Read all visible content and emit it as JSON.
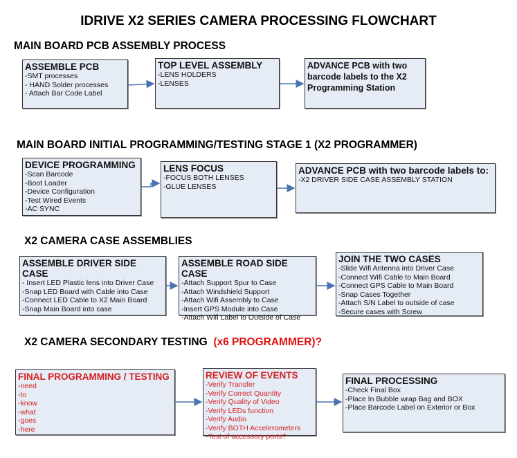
{
  "title": "IDRIVE X2  SERIES CAMERA PROCESSING FLOWCHART",
  "sections": [
    {
      "heading": "MAIN BOARD PCB ASSEMBLY PROCESS",
      "boxes": [
        {
          "title": "ASSEMBLE PCB",
          "items": [
            " -SMT processes",
            "- HAND Solder processes",
            "- Attach Bar Code Label"
          ]
        },
        {
          "title": "TOP LEVEL ASSEMBLY",
          "items": [
            "-LENS HOLDERS",
            "-LENSES"
          ]
        },
        {
          "title": "ADVANCE PCB with two barcode labels to the  X2 Programming Station",
          "items": []
        }
      ]
    },
    {
      "heading": "MAIN BOARD INITIAL PROGRAMMING/TESTING STAGE 1 (X2 PROGRAMMER)",
      "boxes": [
        {
          "title": "DEVICE PROGRAMMING",
          "items": [
            "-Scan Barcode",
            "-Boot Loader",
            "-Device Configuration",
            "-Test Wired Events",
            "-AC SYNC"
          ]
        },
        {
          "title": "LENS FOCUS",
          "items": [
            "-FOCUS BOTH LENSES",
            "-GLUE LENSES"
          ]
        },
        {
          "title": "ADVANCE PCB with two barcode labels to:",
          "items": [
            "-X2 DRIVER  SIDE  CASE  ASSEMBLY STATION"
          ]
        }
      ]
    },
    {
      "heading": "X2 CAMERA CASE ASSEMBLIES",
      "boxes": [
        {
          "title": "ASSEMBLE DRIVER SIDE CASE",
          "items": [
            "- Insert LED Plastic lens into Driver Case",
            "-Snap LED Board with Cable into Case",
            "-Connect LED Cable to X2 Main Board",
            "-Snap Main Board into case"
          ]
        },
        {
          "title": "ASSEMBLE ROAD SIDE CASE",
          "items": [
            "-Attach Support Spur to Case",
            "-Attach Windshield Support",
            "-Attach Wifi Assembly to Case",
            "-Insert GPS Module into Case",
            "-Attach Wifi Label to Outside of Case"
          ]
        },
        {
          "title": "JOIN THE TWO CASES",
          "items": [
            "-Slide Wifi Antenna into Driver Case",
            "-Connect Wifi Cable to Main Board",
            "-Connect GPS Cable to Main Board",
            "-Snap Cases Together",
            "-Attach S/N Label to outside of case",
            "-Secure cases with Screw"
          ]
        }
      ]
    },
    {
      "heading": "X2 CAMERA SECONDARY TESTING",
      "heading_red": "(x6 PROGRAMMER)?",
      "boxes": [
        {
          "title": "FINAL PROGRAMMING / TESTING",
          "items": [
            "-need",
            "-to",
            "-know",
            "-what",
            "-goes",
            "-here"
          ]
        },
        {
          "title": "REVIEW OF EVENTS",
          "items": [
            "-Verify Transfer",
            "-Verify Correct Quantity",
            "-Verify Quality of Video",
            "-Verify LEDs function",
            "-Verify Audio",
            "-Verify BOTH Accelerometers",
            "-Test of accessory ports?"
          ]
        },
        {
          "title": "FINAL PROCESSING",
          "items": [
            " -Check Final Box",
            "-Place In Bubble wrap Bag and BOX",
            "-Place Barcode Label on Exterior or Box"
          ]
        }
      ]
    }
  ],
  "colors": {
    "box_fill": "#e6ecf5",
    "arrow": "#4a74b0",
    "alert_text": "#d42020"
  }
}
